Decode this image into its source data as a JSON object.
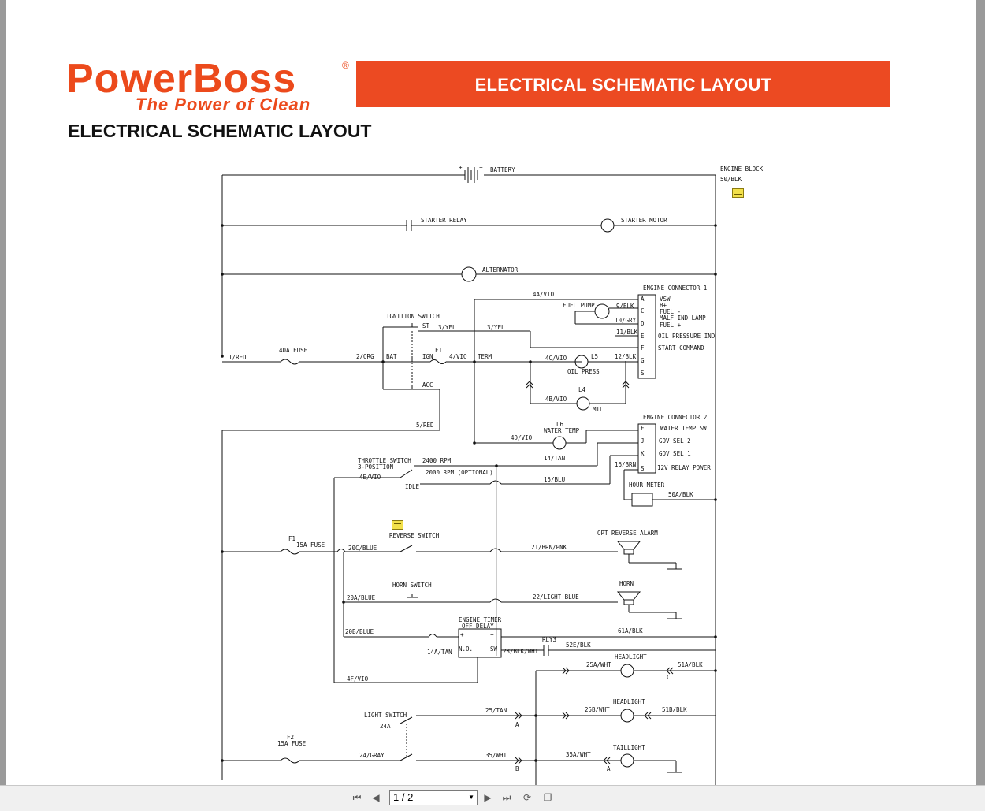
{
  "brand": {
    "name": "PowerBoss",
    "registered": "®",
    "tagline": "The Power of Clean",
    "color": "#ec4a1c"
  },
  "banner": {
    "title": "ELECTRICAL SCHEMATIC LAYOUT",
    "color": "#ec4a22"
  },
  "page_heading": "ELECTRICAL SCHEMATIC LAYOUT",
  "schematic": {
    "battery": "BATTERY",
    "battery_plus": "+",
    "battery_minus": "−",
    "engine_block": "ENGINE BLOCK",
    "w_50blk": "50/BLK",
    "starter_relay": "STARTER RELAY",
    "starter_motor": "STARTER MOTOR",
    "alternator": "ALTERNATOR",
    "ec1": {
      "title": "ENGINE CONNECTOR 1",
      "pins": [
        "A",
        "C",
        "D",
        "E",
        "F",
        "G",
        "S"
      ],
      "labels": [
        "VSW",
        "B+",
        "FUEL -",
        "MALF IND LAMP",
        "FUEL +",
        "OIL PRESSURE IND",
        "START COMMAND"
      ]
    },
    "w_4avio": "4A/VIO",
    "fuel_pump": "FUEL PUMP",
    "w_9blk": "9/BLK",
    "w_10gry": "10/GRY",
    "w_11blk": "11/BLK",
    "ignition_switch": "IGNITION SWITCH",
    "st": "ST",
    "w_3yel_a": "3/YEL",
    "w_3yel_b": "3/YEL",
    "fuse_40a": "40A FUSE",
    "w_1red": "1/RED",
    "w_2org": "2/ORG",
    "bat": "BAT",
    "f11": "F11",
    "ign": "IGN",
    "w_4vio": "4/VIO",
    "term": "TERM",
    "w_4cvio": "4C/VIO",
    "l5": "L5",
    "w_12blk": "12/BLK",
    "oil_press": "OIL PRESS",
    "acc": "ACC",
    "l4": "L4",
    "w_4bvio": "4B/VIO",
    "mil": "MIL",
    "w_5red": "5/RED",
    "ec2": {
      "title": "ENGINE CONNECTOR 2",
      "pins": [
        "F",
        "J",
        "K",
        "S"
      ],
      "labels": [
        "WATER TEMP SW",
        "GOV SEL 2",
        "GOV SEL 1",
        "12V RELAY POWER"
      ]
    },
    "l6": "L6",
    "water_temp": "WATER TEMP",
    "w_4dvio": "4D/VIO",
    "w_14tan": "14/TAN",
    "w_16brn": "16/BRN",
    "throttle_switch": "THROTTLE SWITCH",
    "three_position": "3-POSITION",
    "rpm_2400": "2400 RPM",
    "rpm_2000": "2000 RPM (OPTIONAL)",
    "w_4evio": "4E/VIO",
    "idle": "IDLE",
    "w_15blu": "15/BLU",
    "hour_meter": "HOUR METER",
    "w_50ablk": "50A/BLK",
    "f1": "F1",
    "fuse_15a_1": "15A FUSE",
    "w_20cblue": "20C/BLUE",
    "reverse_switch": "REVERSE SWITCH",
    "w_21brnpnk": "21/BRN/PNK",
    "opt_reverse_alarm": "OPT REVERSE ALARM",
    "horn_switch": "HORN SWITCH",
    "w_20ablue": "20A/BLUE",
    "w_22lightblue": "22/LIGHT BLUE",
    "horn": "HORN",
    "w_20bblue": "20B/BLUE",
    "engine_timer": "ENGINE TIMER",
    "off_delay": "OFF DELAY",
    "timer_plus": "+",
    "timer_minus": "−",
    "no": "N.O.",
    "sw": "SW",
    "w_14atan": "14A/TAN",
    "w_23blkwht": "23/BLK/WHT",
    "rly3": "RLY3",
    "w_52eblk": "52E/BLK",
    "w_61ablk": "61A/BLK",
    "headlight_1": "HEADLIGHT",
    "w_25awht": "25A/WHT",
    "w_51ablk": "51A/BLK",
    "conn_c": "C",
    "w_4fvio": "4F/VIO",
    "light_switch": "LIGHT SWITCH",
    "w_24a": "24A",
    "w_25tan": "25/TAN",
    "conn_a1": "A",
    "headlight_2": "HEADLIGHT",
    "w_25bwht": "25B/WHT",
    "w_51bblk": "51B/BLK",
    "f2": "F2",
    "fuse_15a_2": "15A FUSE",
    "w_24gray": "24/GRAY",
    "w_35wht": "35/WHT",
    "conn_b": "B",
    "w_35awht": "35A/WHT",
    "taillight": "TAILLIGHT",
    "conn_a2": "A"
  },
  "viewer": {
    "page_indicator": "1 / 2",
    "icons": [
      "first-page-icon",
      "prev-page-icon",
      "next-page-icon",
      "last-page-icon",
      "rotate-icon",
      "thumbnail-icon"
    ]
  }
}
